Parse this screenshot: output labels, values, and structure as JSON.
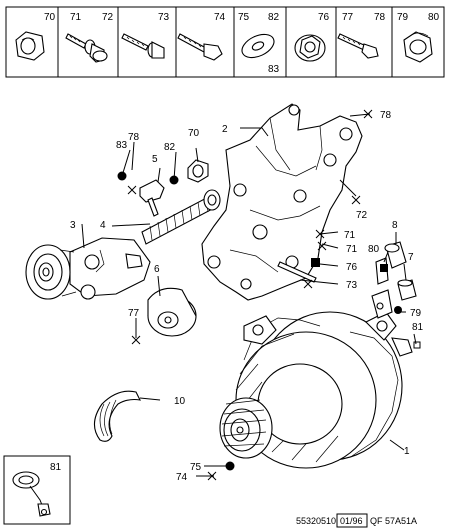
{
  "hardware_header": {
    "boxes": [
      {
        "id": "70",
        "labels": [
          "70"
        ],
        "icon": "cap-nut-icon"
      },
      {
        "id": "71-72",
        "labels": [
          "71",
          "72"
        ],
        "icon": "bolt-with-washer-icon"
      },
      {
        "id": "73",
        "labels": [
          "73"
        ],
        "icon": "flange-bolt-icon"
      },
      {
        "id": "74",
        "labels": [
          "74"
        ],
        "icon": "hex-bolt-icon"
      },
      {
        "id": "75-82-83",
        "labels": [
          "75",
          "82",
          "83"
        ],
        "icon": "flat-washer-icon"
      },
      {
        "id": "76",
        "labels": [
          "76"
        ],
        "icon": "flange-nut-icon"
      },
      {
        "id": "77-78",
        "labels": [
          "77",
          "78"
        ],
        "icon": "socket-bolt-icon"
      },
      {
        "id": "79-80",
        "labels": [
          "79",
          "80"
        ],
        "icon": "lock-nut-icon"
      }
    ]
  },
  "callouts": {
    "c1": "1",
    "c2": "2",
    "c3": "3",
    "c4": "4",
    "c5": "5",
    "c6": "6",
    "c7": "7",
    "c8": "8",
    "c10": "10",
    "c70": "70",
    "c71a": "71",
    "c71b": "71",
    "c72": "72",
    "c73": "73",
    "c74": "74",
    "c75": "75",
    "c76": "76",
    "c77": "77",
    "c78a": "78",
    "c78b": "78",
    "c79": "79",
    "c80": "80",
    "c81": "81",
    "c82": "82",
    "c83": "83"
  },
  "inset": {
    "label": "81",
    "icon": "cable-clip-icon"
  },
  "footer": {
    "ref_prefix": "55320510",
    "ref_boxed": "01/96",
    "ref_suffix": "QF 57A51A"
  }
}
